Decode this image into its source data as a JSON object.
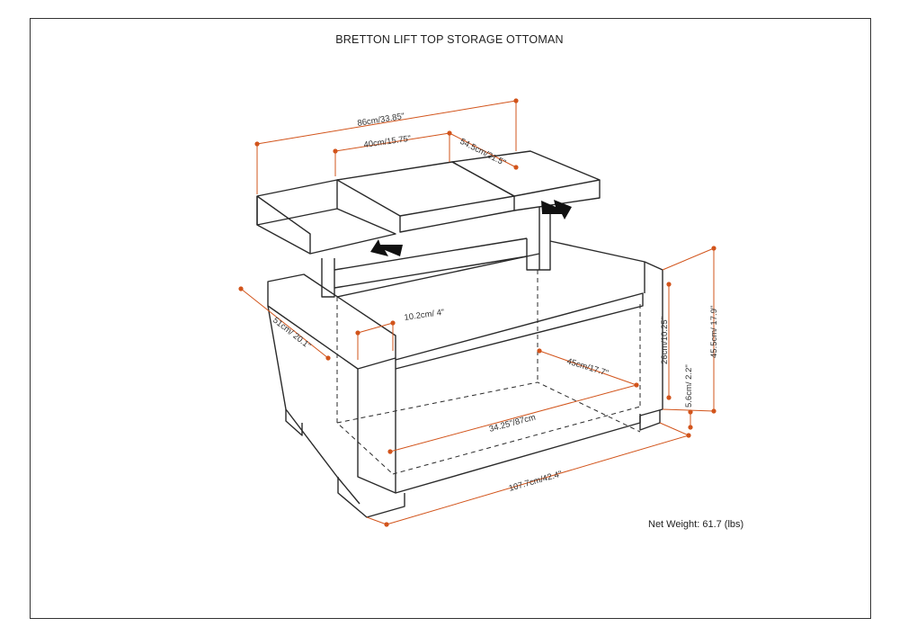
{
  "title": "BRETTON LIFT TOP STORAGE OTTOMAN",
  "colors": {
    "dimension": "#d2541b",
    "outline": "#2a2a2a",
    "border": "#333333"
  },
  "dimensions": {
    "top_width": "86cm/33.85\"",
    "center_panel_width": "40cm/15.75\"",
    "top_depth": "54.5cm/21.5\"",
    "arm_depth": "51cm/ 20.1\"",
    "arm_width": "10.2cm/ 4\"",
    "storage_height": "26cm/10.25\"",
    "leg_height": "5.6cm/ 2.2\"",
    "overall_height": "45.5cm/ 17.9\"",
    "storage_depth": "45cm/17.7\"",
    "storage_width": "34.25\"/87cm",
    "overall_width": "107.7cm/42.4\""
  },
  "net_weight": {
    "label": "Net Weight:",
    "value": "61.7 (lbs)"
  }
}
